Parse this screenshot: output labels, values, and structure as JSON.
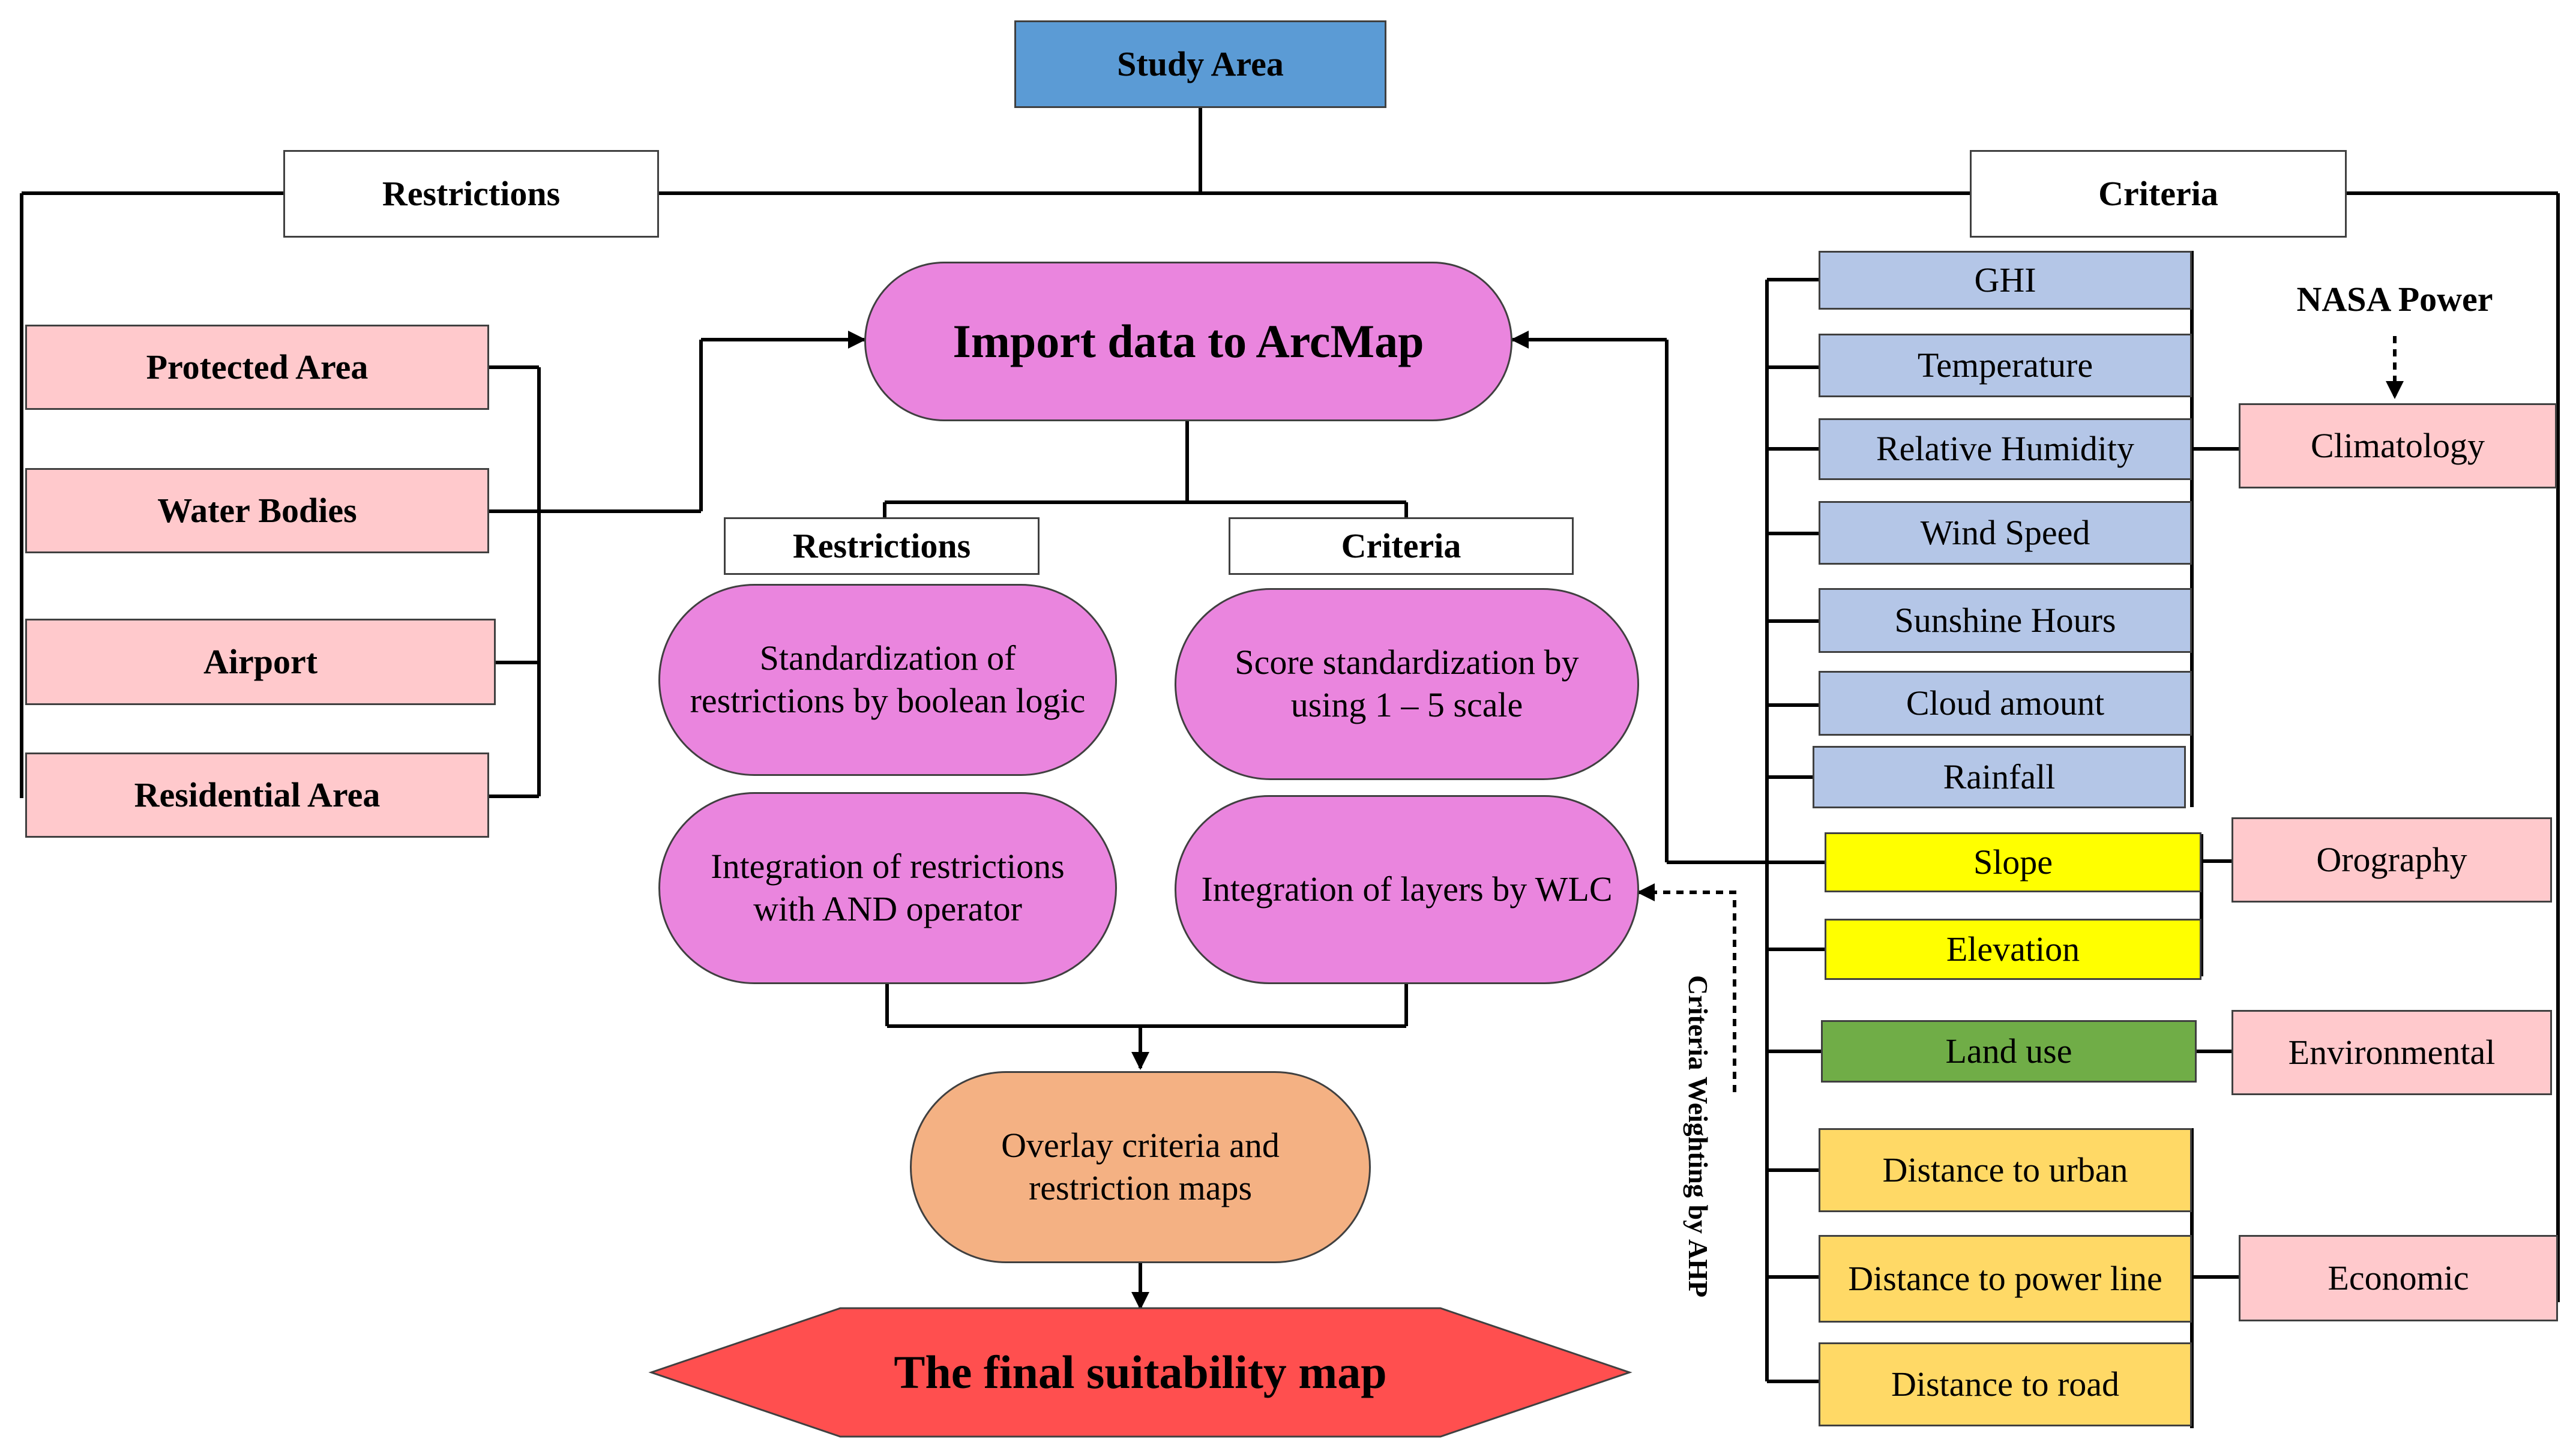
{
  "study_area": "Study Area",
  "left_header": "Restrictions",
  "right_header": "Criteria",
  "restrictions": [
    "Protected Area",
    "Water Bodies",
    "Airport",
    "Residential Area"
  ],
  "import": "Import data to ArcMap",
  "mid_restrictions": "Restrictions",
  "mid_criteria": "Criteria",
  "std_restrictions": "Standardization of restrictions by boolean logic",
  "score_std": "Score standardization by using 1 – 5 scale",
  "integ_restrictions": "Integration of restrictions with AND operator",
  "integ_layers": "Integration of layers by WLC",
  "overlay": "Overlay criteria and restriction maps",
  "final": "The final suitability map",
  "ahp_note": "Criteria Weighting by AHP",
  "nasa": "NASA Power",
  "climatology": {
    "group": "Climatology",
    "items": [
      "GHI",
      "Temperature",
      "Relative  Humidity",
      "Wind Speed",
      "Sunshine Hours",
      "Cloud amount",
      "Rainfall"
    ]
  },
  "orography": {
    "group": "Orography",
    "items": [
      "Slope",
      "Elevation"
    ]
  },
  "environmental": {
    "group": "Environmental",
    "items": [
      "Land use"
    ]
  },
  "economic": {
    "group": "Economic",
    "items": [
      "Distance to urban",
      "Distance to power line",
      "Distance to road"
    ]
  },
  "colors": {
    "study_area": "#5b9bd5",
    "restriction_box": "#ffc9cc",
    "process_pill": "#ea85de",
    "overlay_pill": "#f4b183",
    "final_hexagon": "#ff4f4f",
    "climatology_item": "#b4c6e7",
    "orography_item": "#ffff00",
    "environmental_item": "#70ad47",
    "economic_item": "#ffd966",
    "group_box": "#ffc9cc"
  }
}
